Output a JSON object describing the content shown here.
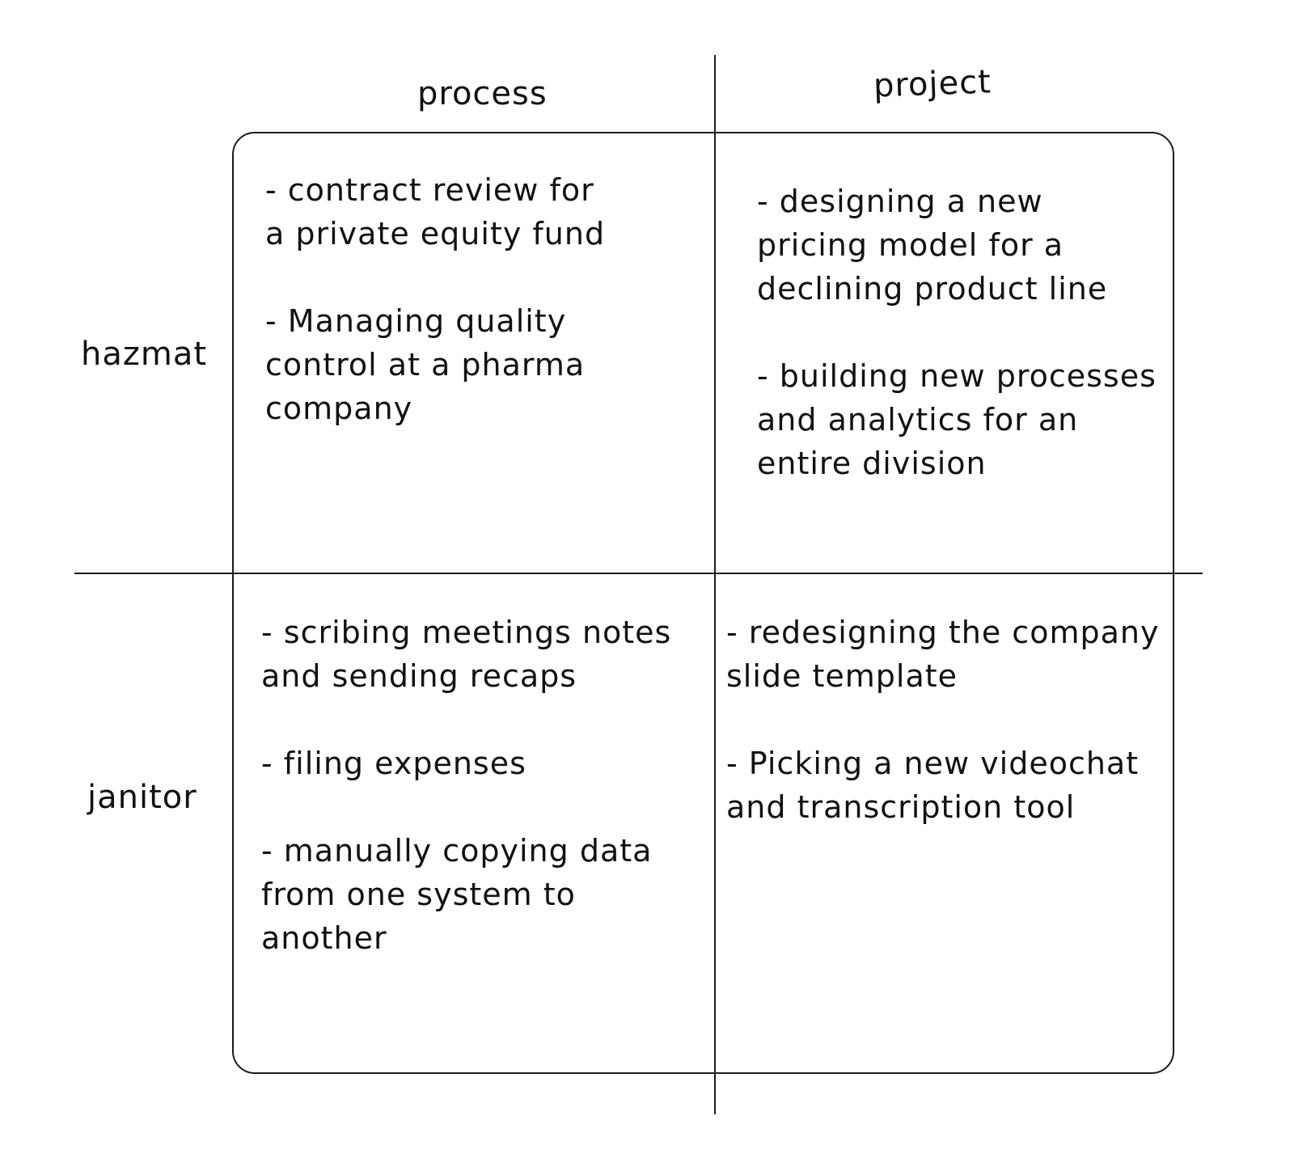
{
  "columns": {
    "process": "process",
    "project": "project"
  },
  "rows": {
    "hazmat": "hazmat",
    "janitor": "janitor"
  },
  "quadrants": {
    "hazmat_process": [
      "- contract review for\na private equity fund",
      "- Managing quality\ncontrol at a pharma\ncompany"
    ],
    "hazmat_project": [
      "- designing a new\npricing model for a\ndeclining product line",
      "- building new processes\nand analytics for an\nentire division"
    ],
    "janitor_process": [
      "- scribing meetings notes\nand sending recaps",
      "- filing expenses",
      "- manually copying data\nfrom one system to\nanother"
    ],
    "janitor_project": [
      "- redesigning the company\nslide template",
      "- Picking a new videochat\n and transcription tool"
    ]
  }
}
